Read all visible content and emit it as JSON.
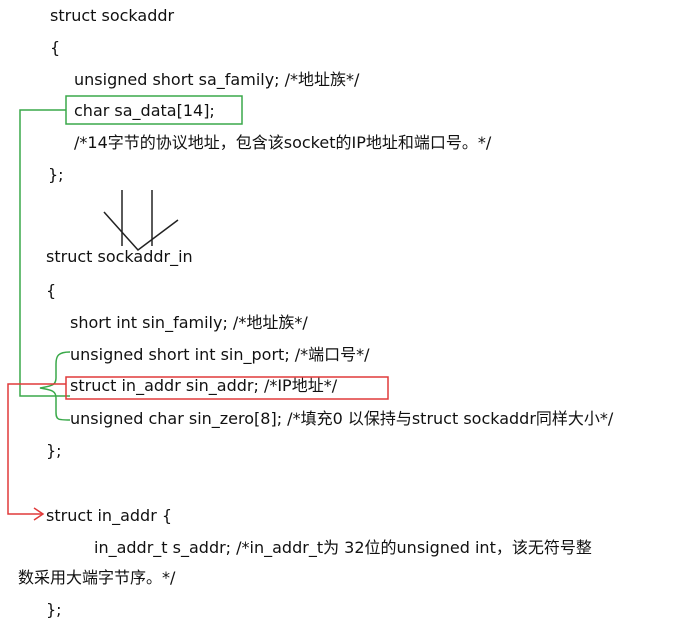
{
  "colors": {
    "text": "#111111",
    "green": "#3aa94a",
    "red": "#e03a3a",
    "black_arrow": "#222222"
  },
  "code": {
    "sockaddr": {
      "l1": "struct sockaddr",
      "l2": "{",
      "l3": "unsigned short sa_family; /*地址族*/",
      "l4": "char sa_data[14];",
      "l5": "/*14字节的协议地址，包含该socket的IP地址和端口号。*/",
      "l6": "};"
    },
    "sockaddr_in": {
      "l1": "struct sockaddr_in",
      "l2": "{",
      "l3": "short int sin_family; /*地址族*/",
      "l4": "unsigned short int sin_port; /*端口号*/",
      "l5": "struct in_addr sin_addr; /*IP地址*/",
      "l6": "unsigned char sin_zero[8]; /*填充0 以保持与struct sockaddr同样大小*/",
      "l7": "};"
    },
    "in_addr": {
      "l1": "struct in_addr {",
      "l2": "in_addr_t   s_addr;  /*in_addr_t为 32位的unsigned int，该无符号整",
      "l3": "数采用大端字节序。*/",
      "l4": "};"
    }
  }
}
